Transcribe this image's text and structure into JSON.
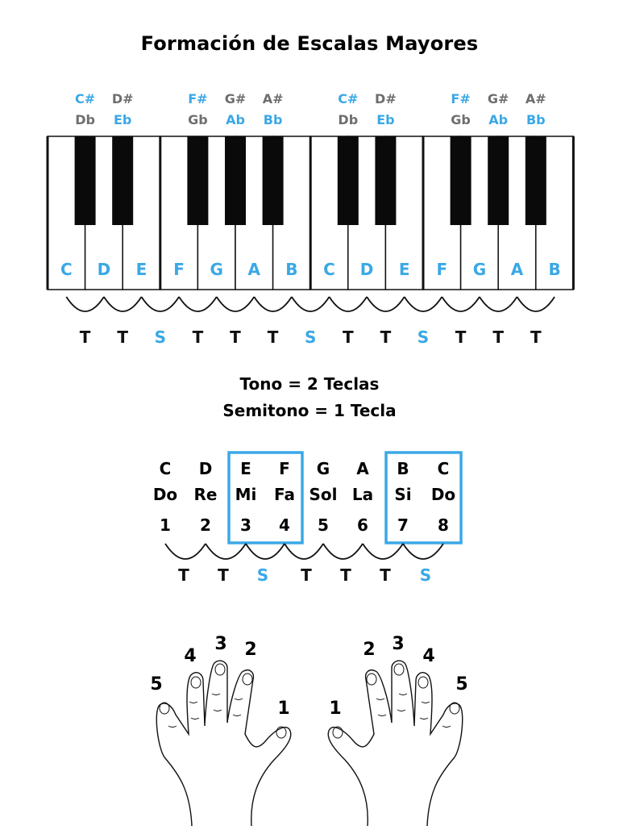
{
  "title": "Formación de Escalas Mayores",
  "accidentals": [
    {
      "sharp": "C#",
      "flat": "Db",
      "sharp_color": "blue",
      "flat_color": "gray"
    },
    {
      "sharp": "D#",
      "flat": "Eb",
      "sharp_color": "gray",
      "flat_color": "blue"
    },
    {
      "sharp": "F#",
      "flat": "Gb",
      "sharp_color": "blue",
      "flat_color": "gray"
    },
    {
      "sharp": "G#",
      "flat": "Ab",
      "sharp_color": "gray",
      "flat_color": "blue"
    },
    {
      "sharp": "A#",
      "flat": "Bb",
      "sharp_color": "gray",
      "flat_color": "blue"
    },
    {
      "sharp": "C#",
      "flat": "Db",
      "sharp_color": "blue",
      "flat_color": "gray"
    },
    {
      "sharp": "D#",
      "flat": "Eb",
      "sharp_color": "gray",
      "flat_color": "blue"
    },
    {
      "sharp": "F#",
      "flat": "Gb",
      "sharp_color": "blue",
      "flat_color": "gray"
    },
    {
      "sharp": "G#",
      "flat": "Ab",
      "sharp_color": "gray",
      "flat_color": "blue"
    },
    {
      "sharp": "A#",
      "flat": "Bb",
      "sharp_color": "gray",
      "flat_color": "blue"
    }
  ],
  "white_keys": [
    "C",
    "D",
    "E",
    "F",
    "G",
    "A",
    "B",
    "C",
    "D",
    "E",
    "F",
    "G",
    "A",
    "B"
  ],
  "keyboard_steps": [
    "T",
    "T",
    "S",
    "T",
    "T",
    "T",
    "S",
    "T",
    "T",
    "S",
    "T",
    "T",
    "T"
  ],
  "legend": {
    "line1": "Tono = 2 Teclas",
    "line2": "Semitono = 1 Tecla"
  },
  "scale_table": {
    "letters": [
      "C",
      "D",
      "E",
      "F",
      "G",
      "A",
      "B",
      "C"
    ],
    "solfege": [
      "Do",
      "Re",
      "Mi",
      "Fa",
      "Sol",
      "La",
      "Si",
      "Do"
    ],
    "degrees": [
      "1",
      "2",
      "3",
      "4",
      "5",
      "6",
      "7",
      "8"
    ],
    "steps": [
      "T",
      "T",
      "S",
      "T",
      "T",
      "T",
      "S"
    ]
  },
  "fingers": {
    "left_hand": [
      "5",
      "4",
      "3",
      "2",
      "1"
    ],
    "right_hand": [
      "1",
      "2",
      "3",
      "4",
      "5"
    ]
  },
  "colors": {
    "accent_blue": "#3aa8e6",
    "gray": "#6e6e6e",
    "black": "#111111"
  }
}
